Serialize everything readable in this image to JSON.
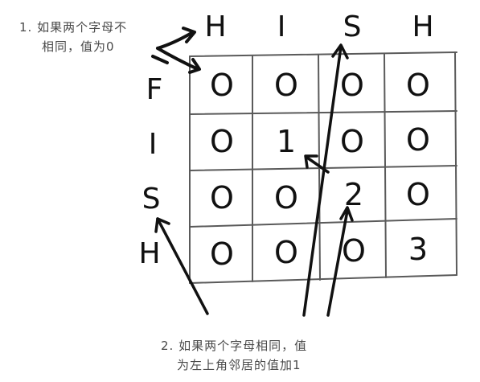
{
  "columns": [
    "H",
    "I",
    "S",
    "H"
  ],
  "rows": [
    "F",
    "I",
    "S",
    "H"
  ],
  "matrix": [
    [
      "O",
      "O",
      "O",
      "O"
    ],
    [
      "O",
      "1",
      "O",
      "O"
    ],
    [
      "O",
      "O",
      "2",
      "O"
    ],
    [
      "O",
      "O",
      "O",
      "3"
    ]
  ],
  "notes": {
    "top": {
      "line1": "1. 如果两个字母不",
      "line2": "相同，值为0"
    },
    "bottom": {
      "line1": "2. 如果两个字母相同，值",
      "line2": "为左上角邻居的值加1"
    }
  },
  "colors": {
    "ink": "#111111",
    "note_text": "#4a4a4a",
    "grid_line": "#5a5a5a"
  }
}
